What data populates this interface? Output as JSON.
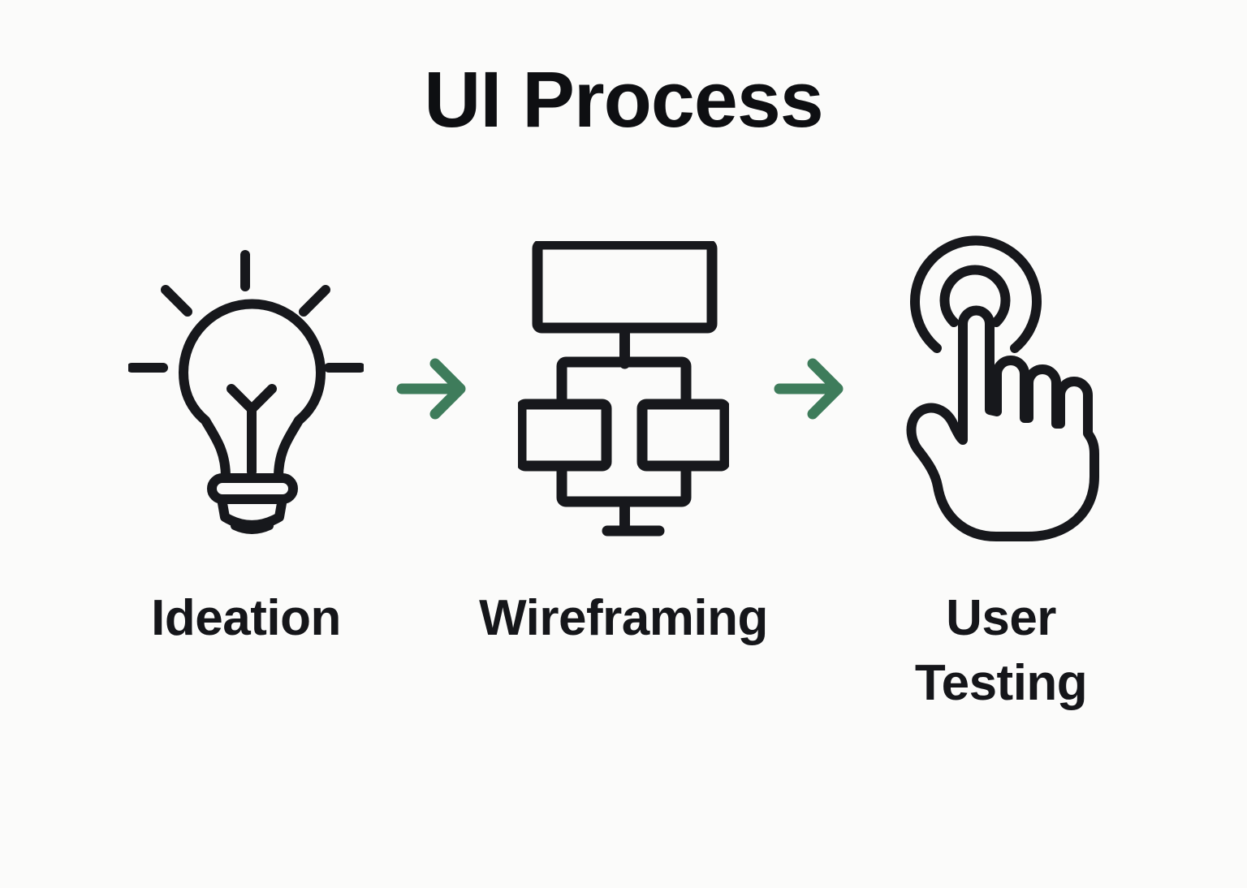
{
  "title": "UI Process",
  "colors": {
    "background": "#fbfbfa",
    "ink": "#17181c",
    "title": "#0e0f12",
    "label": "#15161a",
    "arrow": "#3e7c5b"
  },
  "steps": [
    {
      "id": "ideation",
      "label": "Ideation",
      "icon": "lightbulb-icon"
    },
    {
      "id": "wireframing",
      "label": "Wireframing",
      "icon": "flowchart-icon"
    },
    {
      "id": "user-testing",
      "label": "User Testing",
      "icon": "tap-hand-icon"
    }
  ],
  "connector": {
    "icon": "arrow-right-icon",
    "direction": "right"
  }
}
